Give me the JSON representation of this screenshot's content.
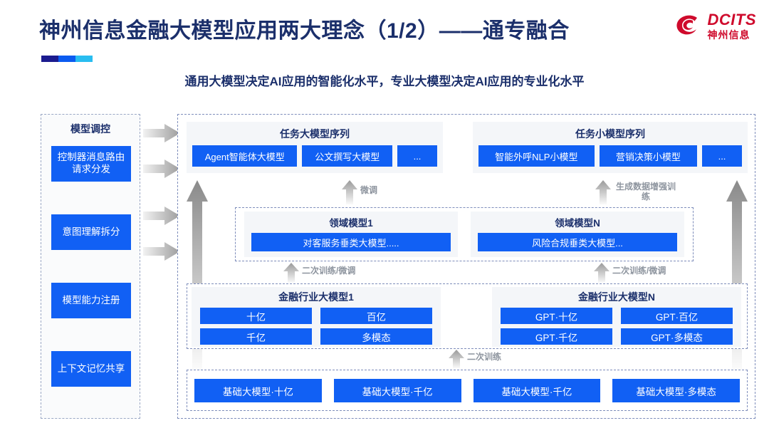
{
  "header": {
    "title": "神州信息金融大模型应用两大理念（1/2）——通专融合",
    "subtitle": "通用大模型决定AI应用的智能化水平，专业大模型决定AI应用的专业化水平",
    "logo_en": "DCITS",
    "logo_cn": "神州信息",
    "logo_color": "#cf0a2c",
    "title_color": "#1b2f6b",
    "accent_blue": "#1160f4"
  },
  "control_column": {
    "title": "模型调控",
    "items": [
      {
        "label": "控制器消息路由请求分发"
      },
      {
        "label": "意图理解拆分"
      },
      {
        "label": "模型能力注册"
      },
      {
        "label": "上下文记忆共享"
      }
    ]
  },
  "task_groups": [
    {
      "title": "任务大模型序列",
      "chips": [
        "Agent智能体大模型",
        "公文撰写大模型",
        "..."
      ]
    },
    {
      "title": "任务小模型序列",
      "chips": [
        "智能外呼NLP小模型",
        "营销决策小模型",
        "..."
      ]
    }
  ],
  "domain_layer": [
    {
      "title": "领域模型1",
      "chip": "对客服务垂类大模型....."
    },
    {
      "title": "领域模型N",
      "chip": "风险合规垂类大模型..."
    }
  ],
  "finance_layer": [
    {
      "title": "金融行业大模型1",
      "chips": [
        "十亿",
        "百亿",
        "千亿",
        "多模态"
      ]
    },
    {
      "title": "金融行业大模型N",
      "chips": [
        "GPT·十亿",
        "GPT·百亿",
        "GPT·千亿",
        "GPT·多模态"
      ]
    }
  ],
  "base_layer": {
    "chips": [
      "基础大模型·十亿",
      "基础大模型·千亿",
      "基础大模型·千亿",
      "基础大模型·多模态"
    ]
  },
  "arrow_labels": {
    "fine_tune": "微调",
    "data_augment": "生成数据增强训练",
    "retrain_finetune_left": "二次训练/微调",
    "retrain_finetune_right": "二次训练/微调",
    "retrain": "二次训练"
  }
}
